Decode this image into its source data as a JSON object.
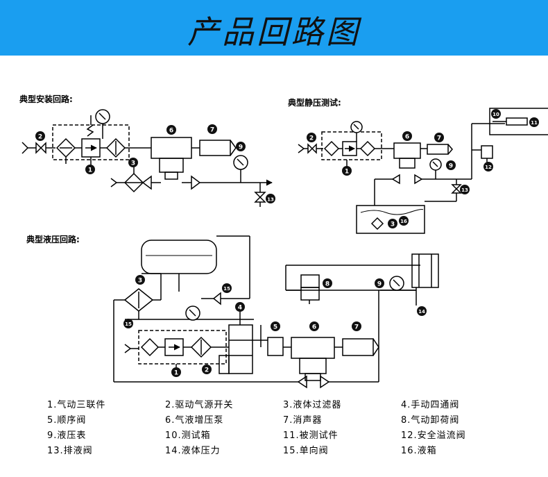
{
  "header": {
    "title": "产品回路图",
    "banner_color": "#1a9ef0"
  },
  "sections": {
    "install": "典型安装回路:",
    "static_test": "典型静压测试:",
    "hydraulic": "典型液压回路:"
  },
  "callouts": {
    "n1": "1",
    "n2": "2",
    "n3": "3",
    "n4": "4",
    "n5": "5",
    "n6": "6",
    "n7": "7",
    "n8": "8",
    "n9": "9",
    "n10": "10",
    "n11": "11",
    "n12": "12",
    "n13": "13",
    "n14": "14",
    "n15": "15",
    "n16": "16"
  },
  "legend": [
    [
      "1.气动三联件",
      "2.驱动气源开关",
      "3.液体过滤器",
      "4.手动四通阀"
    ],
    [
      "5.顺序阀",
      "6.气液增压泵",
      "7.消声器",
      "8.气动卸荷阀"
    ],
    [
      "9.液压表",
      "10.测试箱",
      "11.被测试件",
      "12.安全溢流阀"
    ],
    [
      "13.排液阀",
      "14.液体压力",
      "15.单向阀",
      "16.液箱"
    ]
  ]
}
